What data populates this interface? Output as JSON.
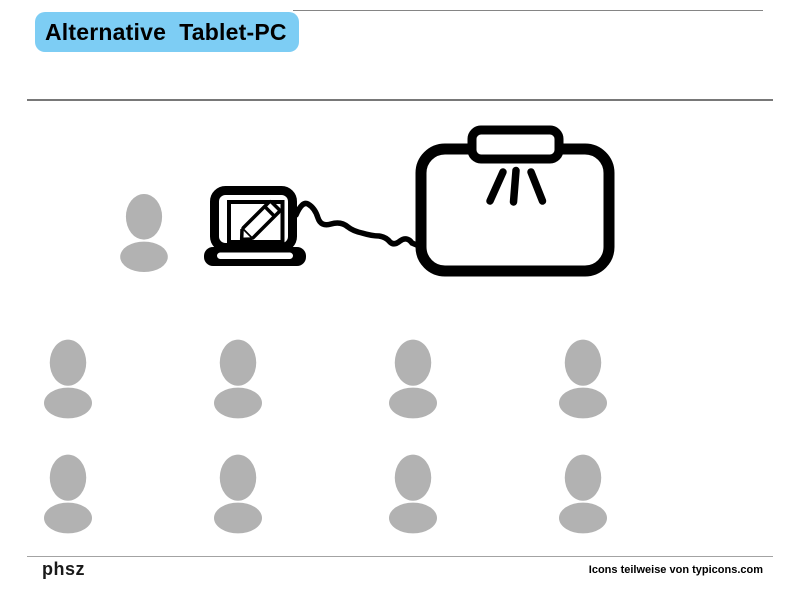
{
  "title": {
    "text": "Alternative  Tablet-PC",
    "bg_color": "#7dcdf4",
    "text_color": "#000000"
  },
  "diagram": {
    "presenter_count": 1,
    "audience": {
      "rows": 2,
      "cols": 4,
      "count": 8
    },
    "person_color": "#b2b2b2",
    "icon_color": "#000000",
    "icons": [
      "person-icon",
      "laptop-with-pencil-icon",
      "squiggly-cable-line",
      "projection-screen-icon",
      "projector-icon",
      "light-rays-icon"
    ]
  },
  "footer": {
    "logo": "phsz",
    "credit": "Icons teilweise von typicons.com",
    "divider_color": "#a3a3a3"
  },
  "rules": {
    "top_line_color": "#858585",
    "header_line_color": "#787878"
  }
}
